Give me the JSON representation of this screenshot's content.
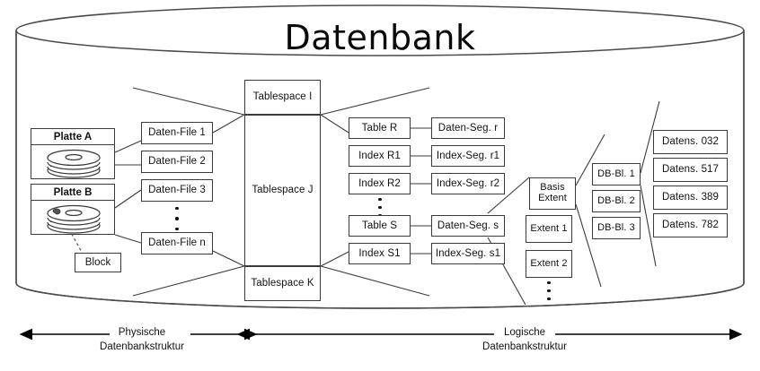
{
  "diagram": {
    "title": "Datenbank",
    "type": "database-architecture-diagram",
    "language": "de"
  },
  "physical": {
    "disks": [
      {
        "label": "Platte A",
        "icon": "disk-platter-icon"
      },
      {
        "label": "Platte B",
        "icon": "disk-platter-icon"
      }
    ],
    "block_callout": "Block",
    "data_files": [
      "Daten-File 1",
      "Daten-File 2",
      "Daten-File 3",
      "Daten-File n"
    ],
    "data_files_ellipsis": true
  },
  "tablespaces": [
    "Tablespace I",
    "Tablespace J",
    "Tablespace K"
  ],
  "objects": [
    "Table R",
    "Index R1",
    "Index R2",
    "Table S",
    "Index S1"
  ],
  "objects_ellipsis": true,
  "segments": [
    "Daten-Seg. r",
    "Index-Seg. r1",
    "Index-Seg. r2",
    "Daten-Seg. s",
    "Index-Seg. s1"
  ],
  "extents": [
    "Basis\nExtent",
    "Extent 1",
    "Extent 2"
  ],
  "extents_ellipsis": true,
  "db_blocks": [
    "DB-Bl. 1",
    "DB-Bl. 2",
    "DB-Bl. 3"
  ],
  "records": [
    "Datens. 032",
    "Datens. 517",
    "Datens. 389",
    "Datens. 782"
  ],
  "axes": {
    "physical": {
      "line1": "Physische",
      "line2": "Datenbankstruktur"
    },
    "logical": {
      "line1": "Logische",
      "line2": "Datenbankstruktur"
    }
  },
  "colors": {
    "stroke": "#3a3a3a",
    "cylinder_stroke": "#4a4a4a",
    "text": "#111111",
    "background": "#ffffff"
  }
}
